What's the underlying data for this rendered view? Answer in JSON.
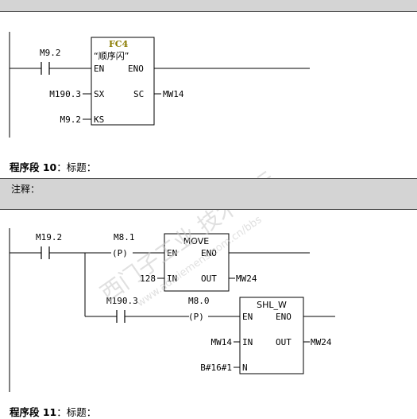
{
  "network9": {
    "contact_label": "M9.2",
    "block": {
      "id": "FC4",
      "name": "“顺序闪”",
      "pin_en": "EN",
      "pin_eno": "ENO",
      "pin_sx": "SX",
      "pin_sc": "SC",
      "pin_ks": "KS",
      "in_sx": "M190.3",
      "out_sc": "MW14",
      "in_ks": "M9.2"
    }
  },
  "network10": {
    "title_prefix": "程序段 ",
    "number": "10",
    "title_suffix": "：标题：",
    "comment_label": "注释：",
    "contact1": "M19.2",
    "coil_p1_label": "M8.1",
    "coil_p1_symbol": "(P)",
    "move": {
      "title": "MOVE",
      "pin_en": "EN",
      "pin_eno": "ENO",
      "pin_in": "IN",
      "pin_out": "OUT",
      "in_val": "128",
      "out_val": "MW24"
    },
    "contact2": "M190.3",
    "coil_p2_label": "M8.0",
    "coil_p2_symbol": "(P)",
    "shl": {
      "title": "SHL_W",
      "pin_en": "EN",
      "pin_eno": "ENO",
      "pin_in": "IN",
      "pin_out": "OUT",
      "pin_n": "N",
      "in_val": "MW14",
      "out_val": "MW24",
      "n_val": "B#16#1"
    }
  },
  "network11": {
    "title_prefix": "程序段 ",
    "number": "11",
    "title_suffix": "：标题："
  },
  "watermark": {
    "cn": "西门子工业 技术论坛",
    "url": "www.ad.siemens.com.cn/bbs"
  }
}
